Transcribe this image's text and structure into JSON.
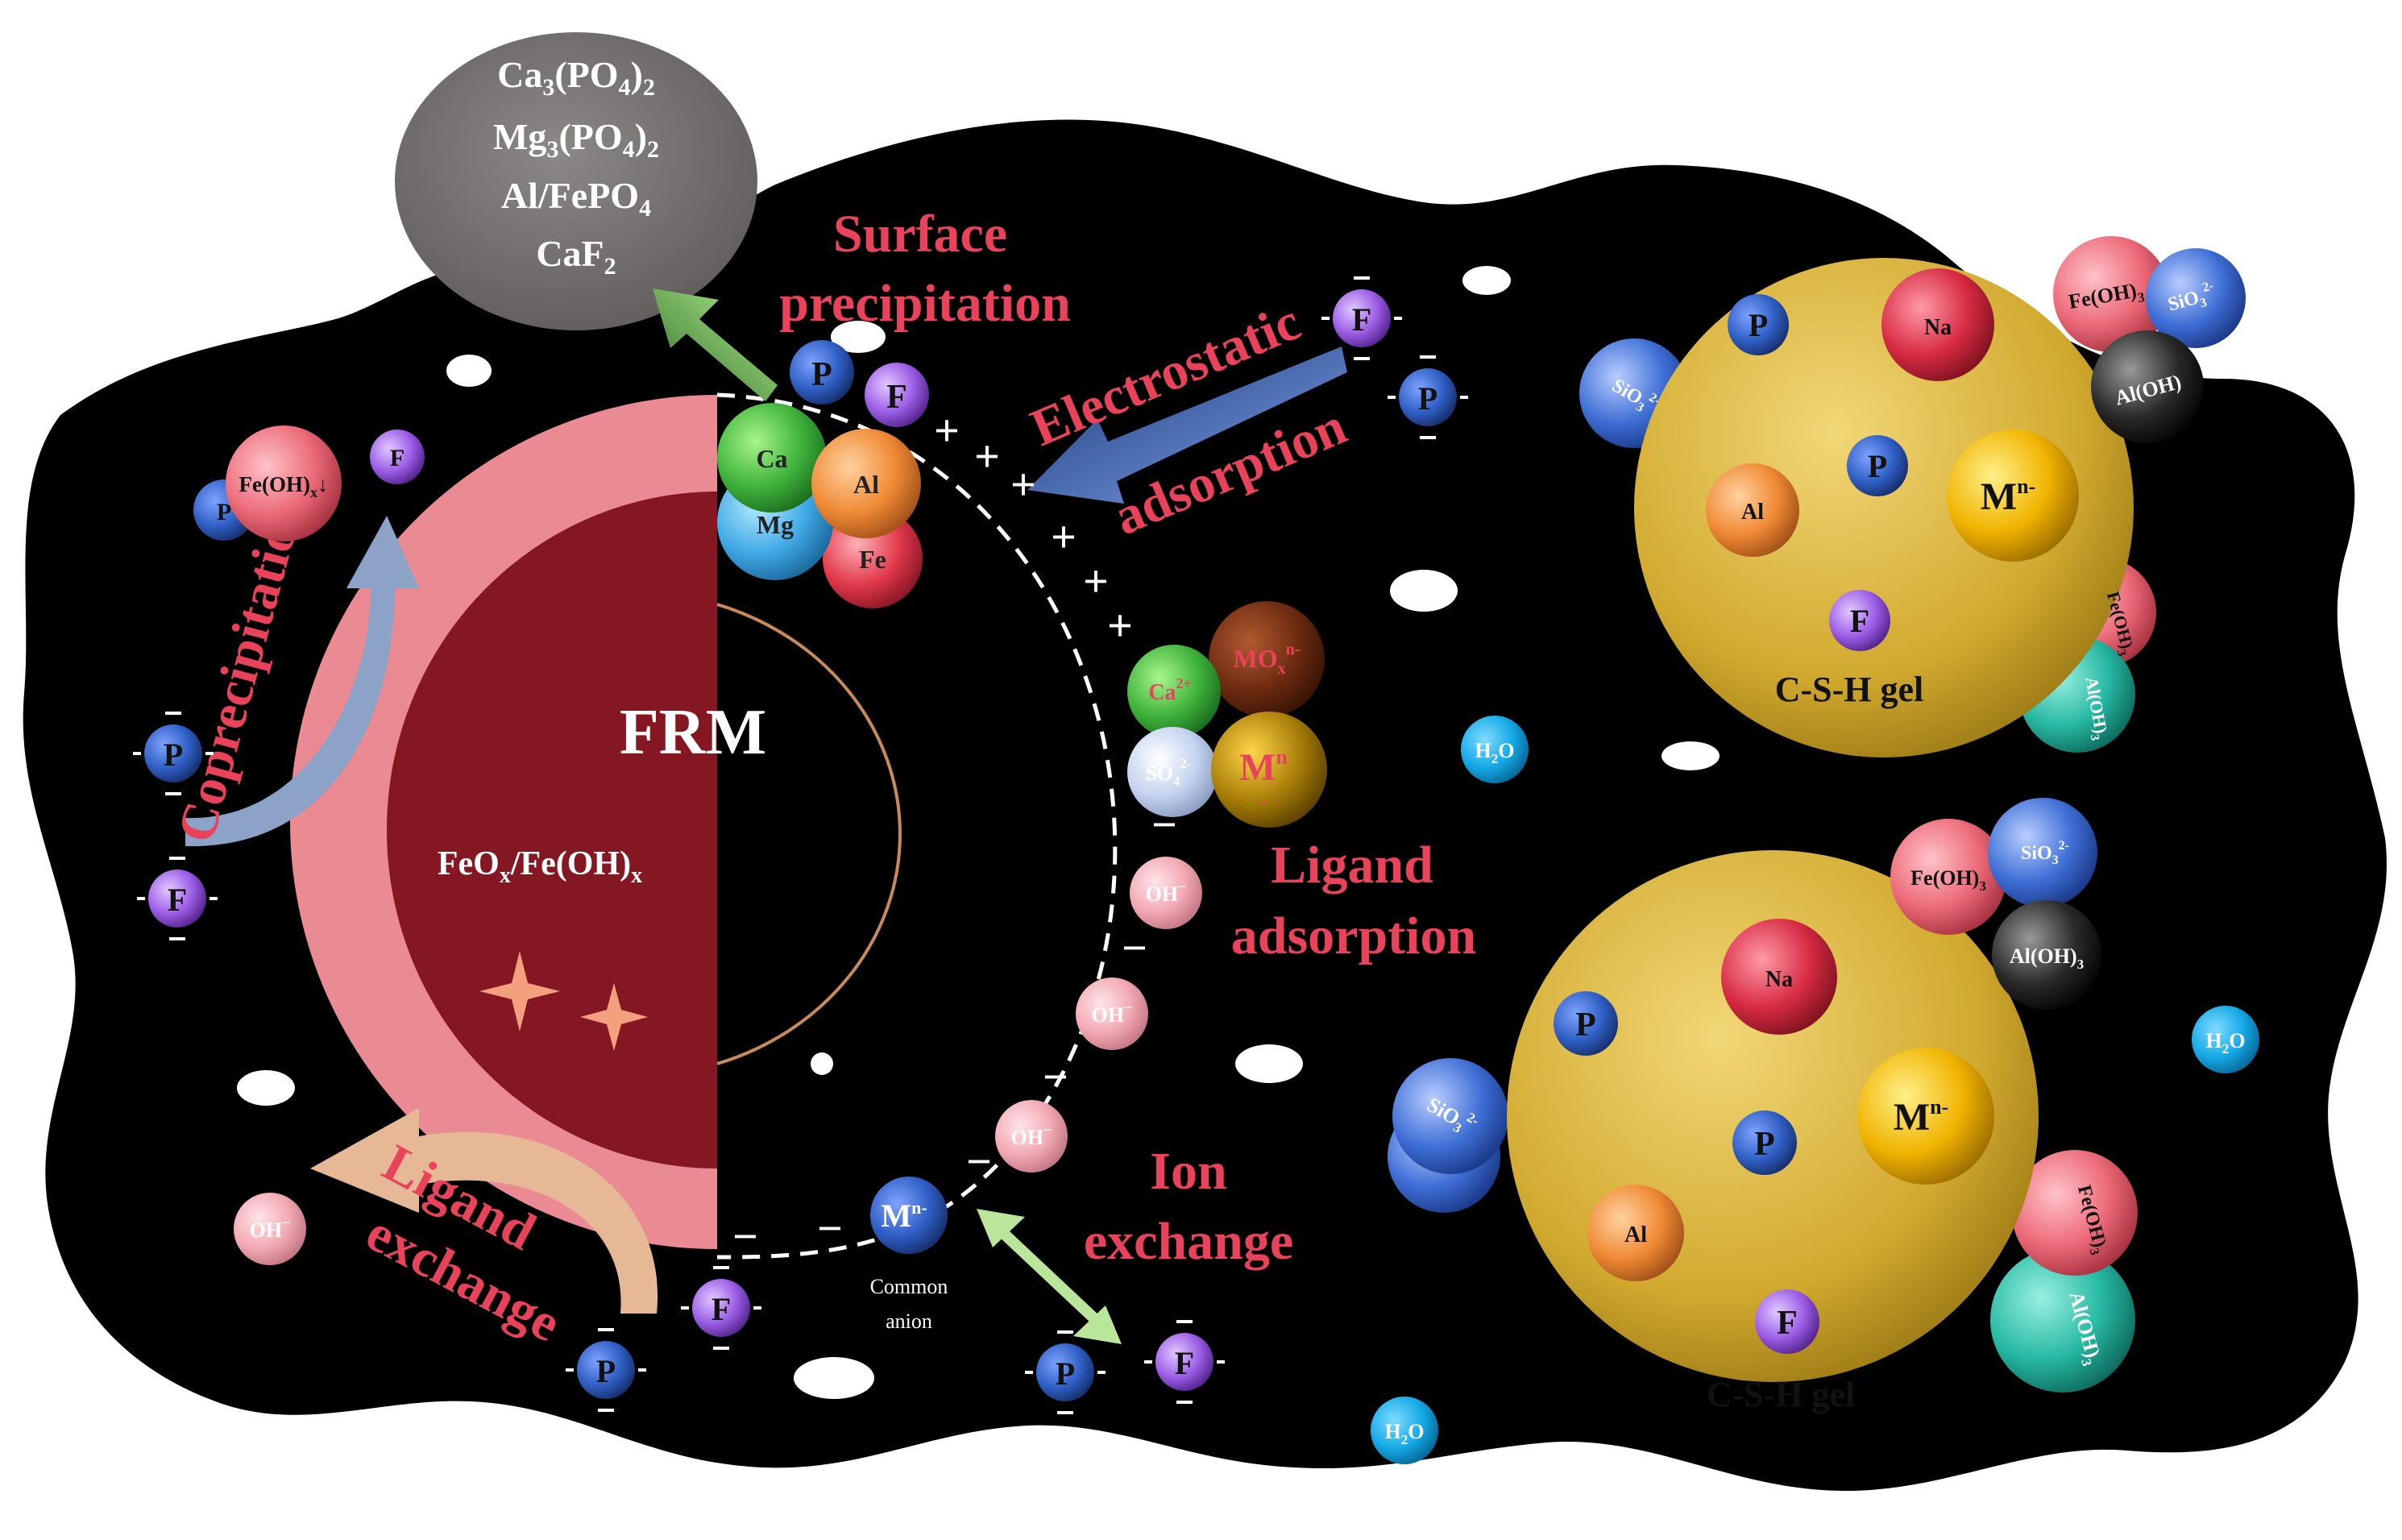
{
  "frm": {
    "label": "FRM",
    "core_label_main": "FeO",
    "core_label_sub1": "x",
    "core_label_mid": "/Fe(OH)",
    "core_label_sub2": "x"
  },
  "precipitate_bubble": {
    "line1": [
      "Ca",
      "3",
      "(PO",
      "4",
      ")",
      "2"
    ],
    "line2": [
      "Mg",
      "3",
      "(PO",
      "4",
      ")",
      "2"
    ],
    "line3": [
      "Al/FePO",
      "4"
    ],
    "line4": [
      "CaF",
      "2"
    ]
  },
  "labels": {
    "surface_precipitation_1": "Surface",
    "surface_precipitation_2": "precipitation",
    "electrostatic": "Electrostatic",
    "adsorption": "adsorption",
    "ligand_adsorption_1": "Ligand",
    "ligand_adsorption_2": "adsorption",
    "ion_exchange_1": "Ion",
    "ion_exchange_2": "exchange",
    "ligand_exchange_1": "Ligand",
    "ligand_exchange_2": "exchange",
    "coprecipitation": "Coprecipitation",
    "common_anion_1": "Common",
    "common_anion_2": "anion"
  },
  "species": {
    "P": "P",
    "F": "F",
    "Ca": "Ca",
    "Mg": "Mg",
    "Al": "Al",
    "Fe": "Fe",
    "Na": "Na",
    "Mn": "M",
    "Mn_sup": "n-",
    "OH": "OH",
    "OH_sup": "−",
    "H2O_main": "H",
    "H2O_sub": "2",
    "H2O_end": "O",
    "FeOH_x": "Fe(OH)",
    "FeOH_x_sub": "x",
    "down_arrow": "↓",
    "FeOH3": "Fe(OH)",
    "FeOH3_sub": "3",
    "AlOH": "Al(OH)",
    "AlOH3": "Al(OH)",
    "AlOH3_sub": "3",
    "SiO3": "SiO",
    "SiO3_sub": "3",
    "SiO3_sup": "2-",
    "Ca2": "Ca",
    "Ca2_sup": "2+",
    "SO4": "SO",
    "SO4_sub": "4",
    "SO4_sup": "2-",
    "MOx": "MO",
    "MOx_sub": "x",
    "MOx_sup": "n-",
    "Mn_big": "M",
    "Mn_big_sup": "n",
    "Mn_big_sup2": "-"
  },
  "csh": {
    "label": "C-S-H gel"
  },
  "charges": {
    "plus": "+",
    "minus": "−"
  },
  "colors": {
    "background_blob": "#000000",
    "frm_outer": "#ea8a93",
    "frm_inner": "#851722",
    "label_red": "#e8435a",
    "csh_gold": "#d6b23c",
    "p_blue": "#2f5fc4",
    "f_purple": "#9b5de5",
    "oh_pink": "#f2a9b4",
    "h2o_cyan": "#14a9e6"
  }
}
